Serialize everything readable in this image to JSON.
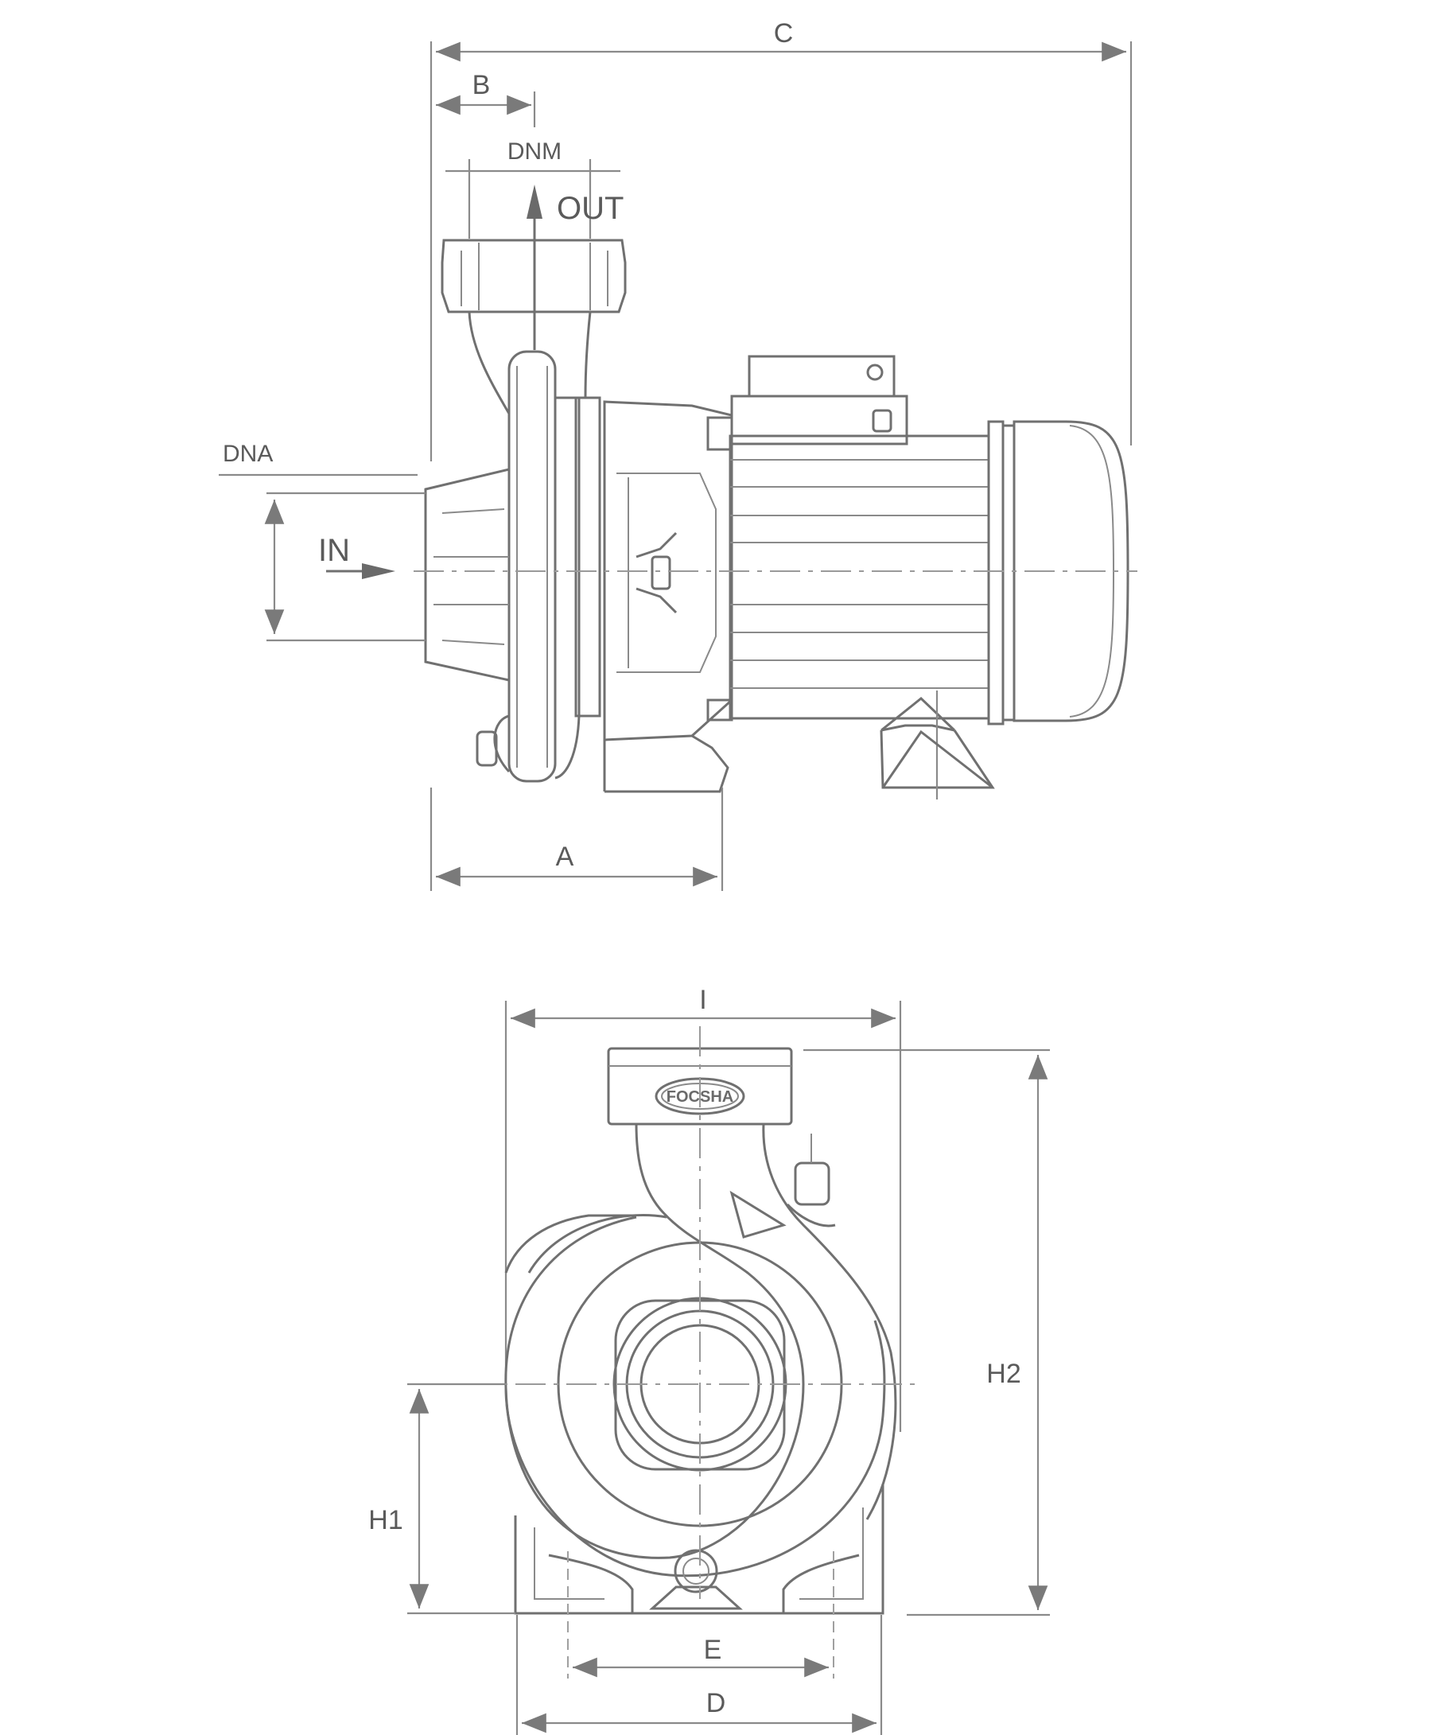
{
  "side_view": {
    "labels": {
      "C": "C",
      "B": "B",
      "DNM": "DNM",
      "OUT": "OUT",
      "DNA": "DNA",
      "IN": "IN",
      "A": "A"
    }
  },
  "front_view": {
    "labels": {
      "I": "I",
      "H2": "H2",
      "H1": "H1",
      "E": "E",
      "D": "D"
    },
    "logo_text": "FOCSHA"
  },
  "colors": {
    "line": "#707070",
    "dimension": "#8a8a8a",
    "background": "#ffffff"
  }
}
